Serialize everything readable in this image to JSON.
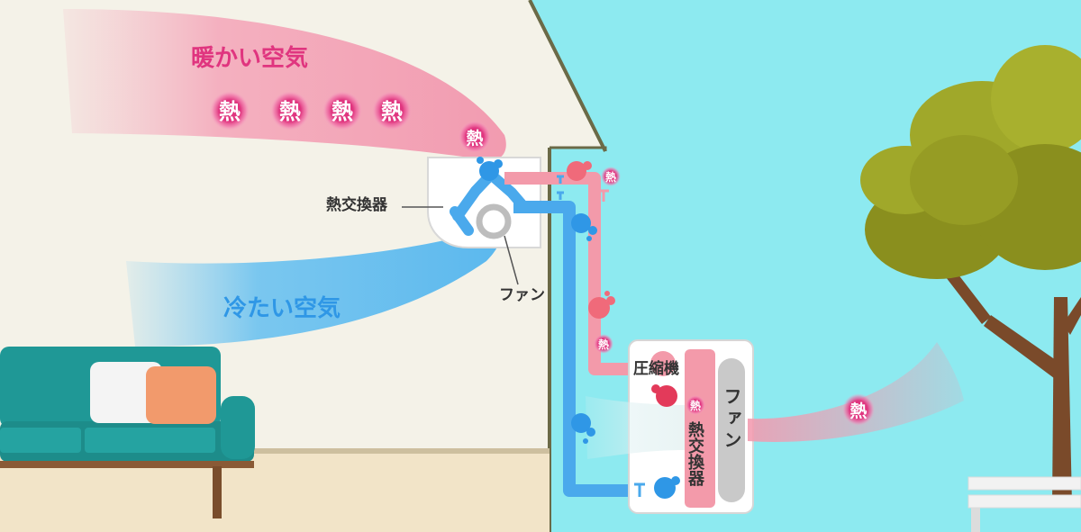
{
  "labels": {
    "warm_air": "暖かい空気",
    "cold_air": "冷たい空気",
    "indoor_heat_exchanger": "熱交換器",
    "fan": "ファン",
    "compressor": "圧縮機",
    "outdoor_heat_exchanger": "熱交換器",
    "outdoor_fan": "ファン"
  },
  "heat_symbol": "熱",
  "colors": {
    "sky": "#8deaf0",
    "wall": "#f4f2e8",
    "warm_air": "#f2a1b6",
    "cold_air": "#6cc2f0",
    "hot_pipe": "#f39aaa",
    "cold_pipe": "#4aa9ec",
    "heat_badge": "#e0357f",
    "sofa": "#1f9896"
  },
  "icons": [
    "heat-badge-icon",
    "refrigerant-bubble-icon",
    "valve-icon",
    "tree-icon",
    "sofa-icon",
    "fan-icon"
  ]
}
